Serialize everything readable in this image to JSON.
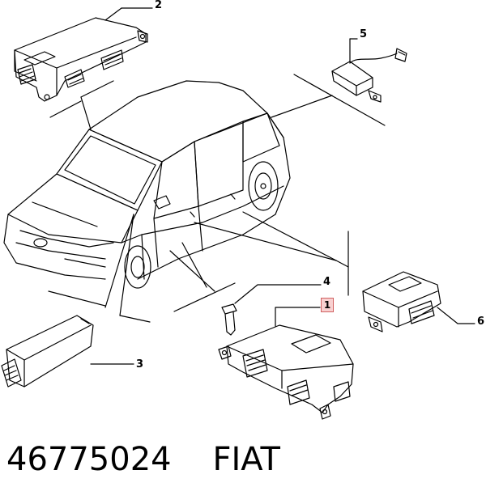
{
  "callouts": {
    "n1": "1",
    "n2": "2",
    "n3": "3",
    "n4": "4",
    "n5": "5",
    "n6": "6"
  },
  "caption": {
    "part_number": "46775024",
    "brand": "FIAT"
  },
  "colors": {
    "line": "#000000",
    "highlight_fill": "#f8d0d0",
    "highlight_border": "#d06060",
    "background": "#ffffff"
  }
}
